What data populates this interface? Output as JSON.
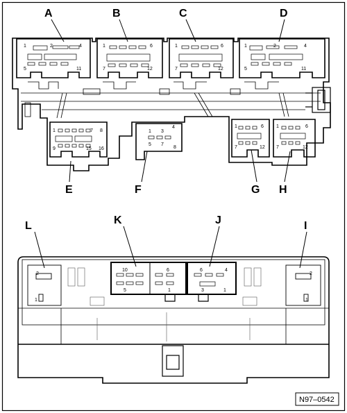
{
  "figure_id": "N97–0542",
  "top_module": {
    "connectors": [
      {
        "label": "A",
        "pins": [
          "1",
          "2",
          "4",
          "5",
          "11"
        ]
      },
      {
        "label": "B",
        "pins": [
          "1",
          "6",
          "7",
          "12"
        ]
      },
      {
        "label": "C",
        "pins": [
          "1",
          "6",
          "7",
          "12"
        ]
      },
      {
        "label": "D",
        "pins": [
          "1",
          "2",
          "4",
          "5",
          "11"
        ]
      },
      {
        "label": "E",
        "pins": [
          "1",
          "7",
          "8",
          "9",
          "15",
          "16"
        ]
      },
      {
        "label": "F",
        "pins": [
          "1",
          "3",
          "4",
          "5",
          "7",
          "8"
        ]
      },
      {
        "label": "G",
        "pins": [
          "1",
          "6",
          "7",
          "12"
        ]
      },
      {
        "label": "H",
        "pins": [
          "1",
          "6",
          "7",
          "12"
        ]
      }
    ]
  },
  "bottom_module": {
    "connectors": [
      {
        "label": "L",
        "pins": [
          "2",
          "1"
        ]
      },
      {
        "label": "K",
        "pins": [
          "10",
          "6",
          "5",
          "1"
        ]
      },
      {
        "label": "J",
        "pins": [
          "6",
          "4",
          "3",
          "1"
        ]
      },
      {
        "label": "I",
        "pins": [
          "2",
          "1"
        ]
      }
    ]
  },
  "colors": {
    "line": "#000000",
    "paper": "#ffffff",
    "detail": "#555555"
  }
}
